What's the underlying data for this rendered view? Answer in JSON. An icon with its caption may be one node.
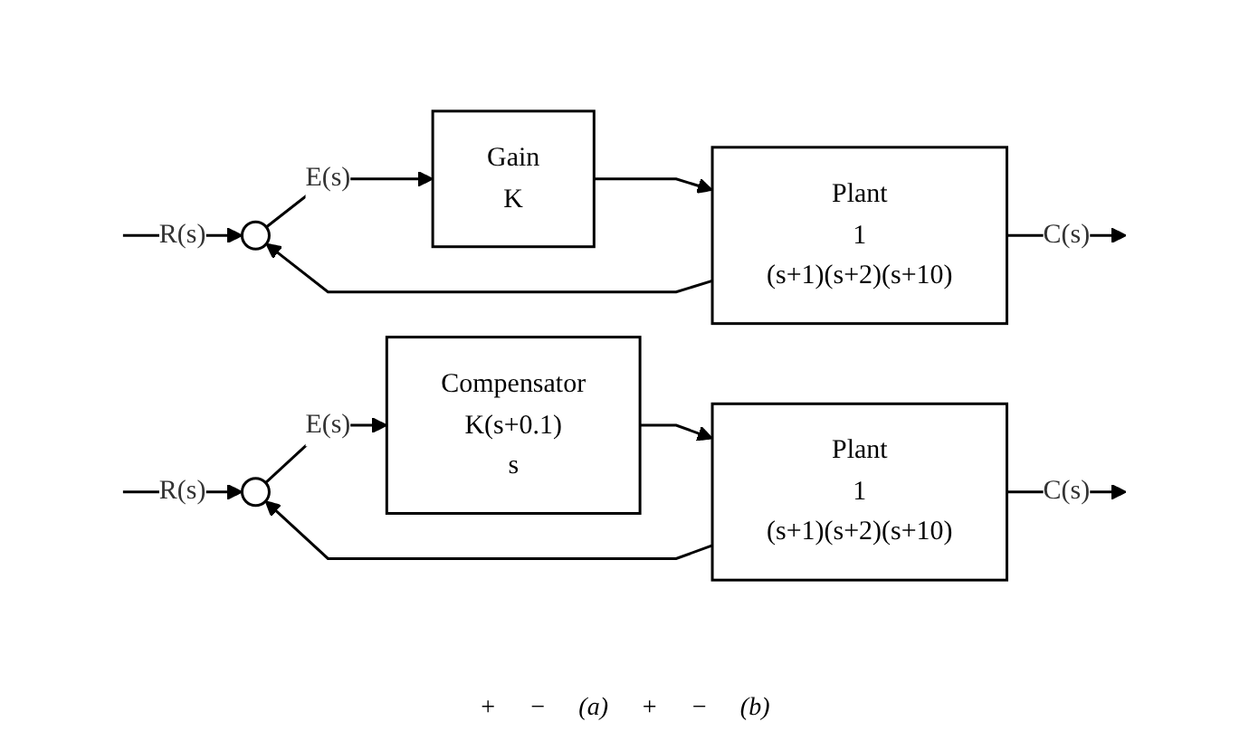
{
  "diagram": {
    "nodes": [
      {
        "text": [],
        "shape": "circle"
      },
      {
        "text": [
          "Gain",
          "K"
        ]
      },
      {
        "text": [
          "Plant",
          "1",
          "(s+1)(s+2)(s+10)"
        ]
      },
      {
        "text": [],
        "shape": "circle"
      },
      {
        "text": [
          "Compensator",
          "K(s+0.1)",
          "s"
        ]
      },
      {
        "text": [
          "Plant",
          "1",
          "(s+1)(s+2)(s+10)"
        ]
      }
    ],
    "edges": [
      {
        "from": null,
        "to": 0,
        "arrow": "to",
        "label": "R(s)"
      },
      {
        "from": 0,
        "to": 1,
        "arrow": "to",
        "label": "E(s)"
      },
      {
        "from": 1,
        "to": 2,
        "arrow": "to"
      },
      {
        "from": 2,
        "to": null,
        "arrow": "to",
        "label": "C(s)"
      },
      {
        "from": 2,
        "to": 0,
        "arrow": "to"
      },
      {
        "from": null,
        "to": 3,
        "arrow": "to",
        "label": "R(s)"
      },
      {
        "from": 3,
        "to": 4,
        "arrow": "to",
        "label": "E(s)"
      },
      {
        "from": 4,
        "to": 5,
        "arrow": "to"
      },
      {
        "from": 5,
        "to": null,
        "arrow": "to",
        "label": "C(s)"
      },
      {
        "from": 5,
        "to": 3,
        "arrow": "to"
      }
    ],
    "labels": [
      "+",
      "−",
      "(a)",
      "+",
      "−",
      "(b)"
    ]
  }
}
